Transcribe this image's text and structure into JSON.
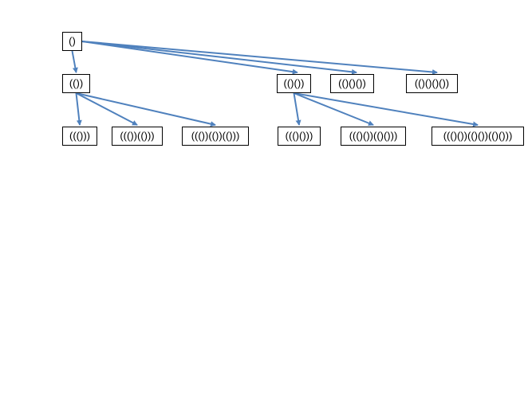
{
  "diagram": {
    "edge_color": "#4f81bd",
    "nodes": {
      "root": "()",
      "l1a": "(())",
      "l1b": "(()())",
      "l1c": "(()()())",
      "l1d": "(()()()())",
      "l2a": "((()))",
      "l2b": "((())(()))",
      "l2c": "((())(())(()))",
      "l2d": "((()()))",
      "l2e": "((()())(()()))",
      "l2f": "((()())(()())(()()))"
    },
    "edges": [
      [
        "root",
        "l1a"
      ],
      [
        "root",
        "l1b"
      ],
      [
        "root",
        "l1c"
      ],
      [
        "root",
        "l1d"
      ],
      [
        "l1a",
        "l2a"
      ],
      [
        "l1a",
        "l2b"
      ],
      [
        "l1a",
        "l2c"
      ],
      [
        "l1b",
        "l2d"
      ],
      [
        "l1b",
        "l2e"
      ],
      [
        "l1b",
        "l2f"
      ]
    ]
  }
}
